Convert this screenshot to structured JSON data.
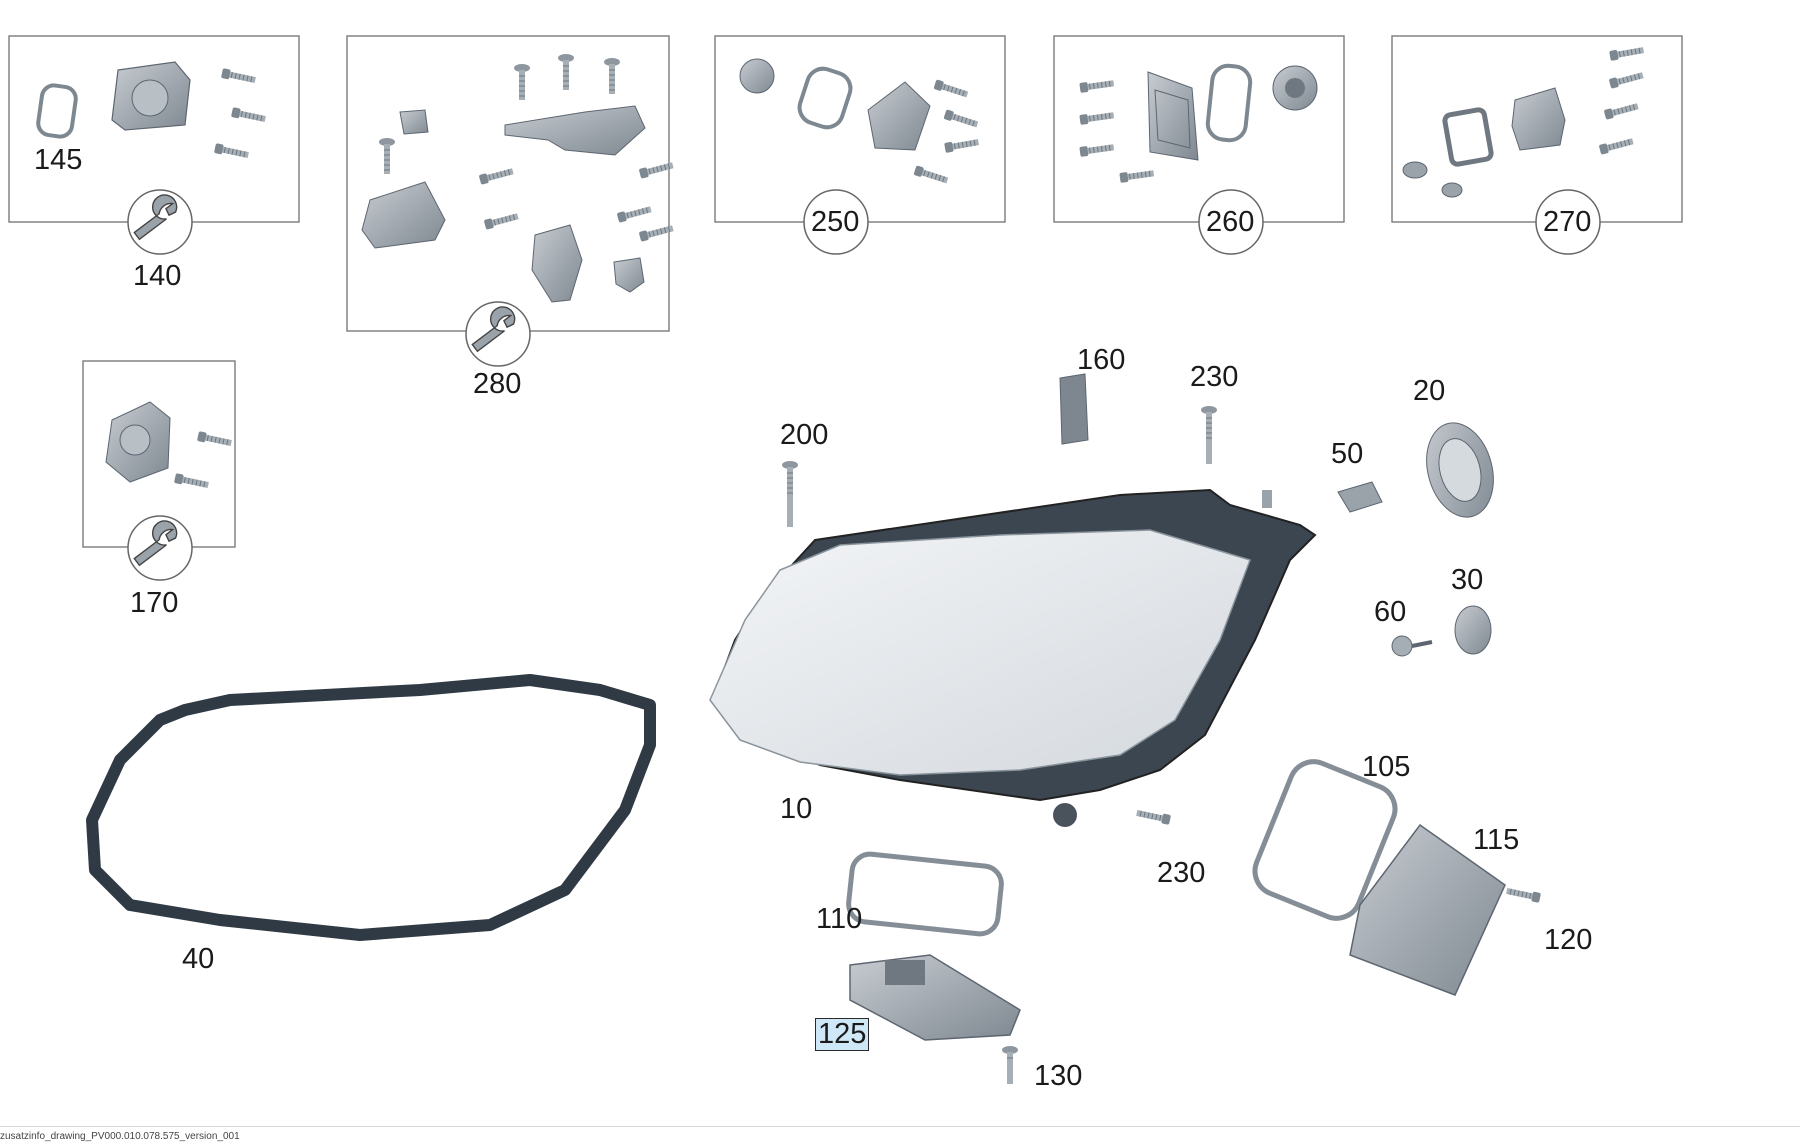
{
  "parts": [
    {
      "id": "p145",
      "label": "145"
    },
    {
      "id": "p140",
      "label": "140"
    },
    {
      "id": "p280",
      "label": "280"
    },
    {
      "id": "p250",
      "label": "250"
    },
    {
      "id": "p260",
      "label": "260"
    },
    {
      "id": "p270",
      "label": "270"
    },
    {
      "id": "p170",
      "label": "170"
    },
    {
      "id": "p160",
      "label": "160"
    },
    {
      "id": "p230a",
      "label": "230"
    },
    {
      "id": "p200",
      "label": "200"
    },
    {
      "id": "p20",
      "label": "20"
    },
    {
      "id": "p50",
      "label": "50"
    },
    {
      "id": "p30",
      "label": "30"
    },
    {
      "id": "p60",
      "label": "60"
    },
    {
      "id": "p10",
      "label": "10"
    },
    {
      "id": "p40",
      "label": "40"
    },
    {
      "id": "p105",
      "label": "105"
    },
    {
      "id": "p115",
      "label": "115"
    },
    {
      "id": "p230b",
      "label": "230"
    },
    {
      "id": "p110",
      "label": "110"
    },
    {
      "id": "p120",
      "label": "120"
    },
    {
      "id": "p125",
      "label": "125",
      "selected": true
    },
    {
      "id": "p130",
      "label": "130"
    }
  ],
  "footer": {
    "text": "zusatzinfo_drawing_PV000.010.078.575_version_001"
  },
  "colors": {
    "part": "#9aa3ab",
    "partDark": "#5d6670",
    "gasket": "#2f3a44",
    "lens": "#e4e8ec",
    "box": "#7a7a7a",
    "highlight": "#cfe8f7"
  },
  "icons": [
    "wrench-icon"
  ]
}
